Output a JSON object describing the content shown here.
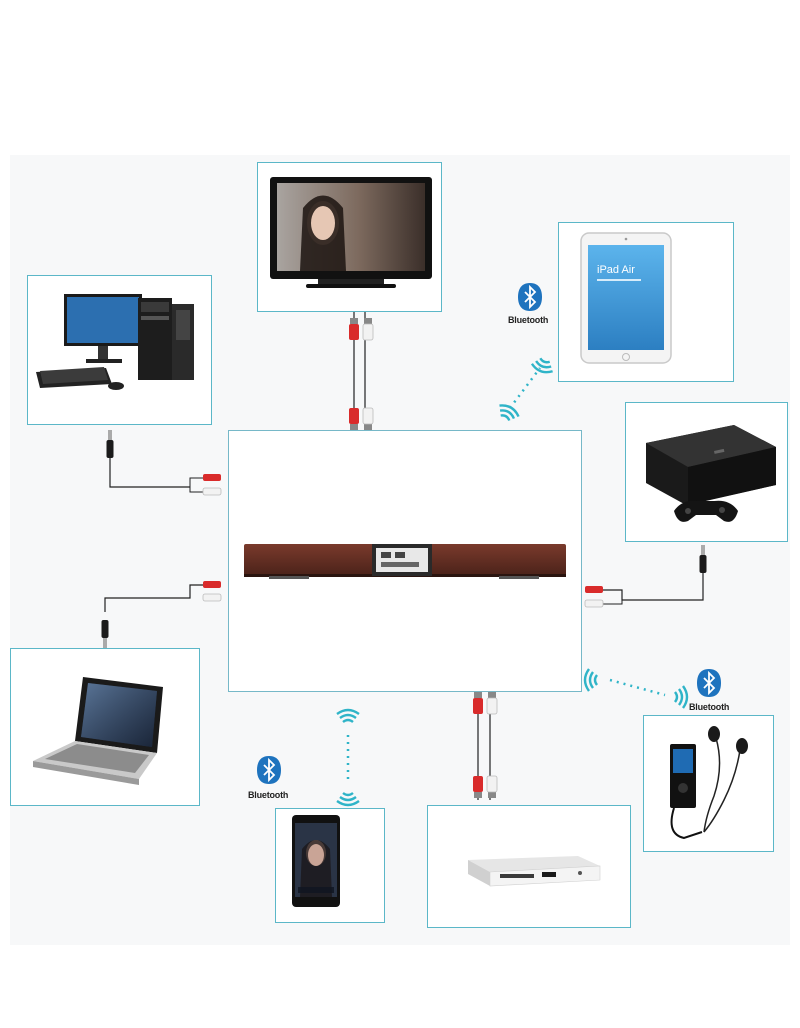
{
  "diagram": {
    "hub": {
      "name": "soundbar"
    },
    "bluetooth_label": "Bluetooth",
    "devices": [
      {
        "id": "tv",
        "icon": "tv-icon",
        "connection": "rca"
      },
      {
        "id": "ipad",
        "icon": "tablet-icon",
        "connection": "bluetooth",
        "screen_text": "iPad Air"
      },
      {
        "id": "desktop-pc",
        "icon": "desktop-computer-icon",
        "connection": "aux-to-rca"
      },
      {
        "id": "game-console",
        "icon": "game-console-icon",
        "connection": "aux-to-rca"
      },
      {
        "id": "laptop",
        "icon": "laptop-icon",
        "connection": "aux-to-rca"
      },
      {
        "id": "mp3-player",
        "icon": "mp3-player-icon",
        "connection": "bluetooth"
      },
      {
        "id": "smartphone",
        "icon": "smartphone-icon",
        "connection": "bluetooth"
      },
      {
        "id": "dvd-player",
        "icon": "dvd-player-icon",
        "connection": "rca"
      }
    ],
    "colors": {
      "frame": "#5bb7c8",
      "wave": "#2fb4c8",
      "bluetooth": "#1e73be",
      "rca_red": "#d92b2b",
      "soundbar": "#5a2a1f"
    }
  }
}
